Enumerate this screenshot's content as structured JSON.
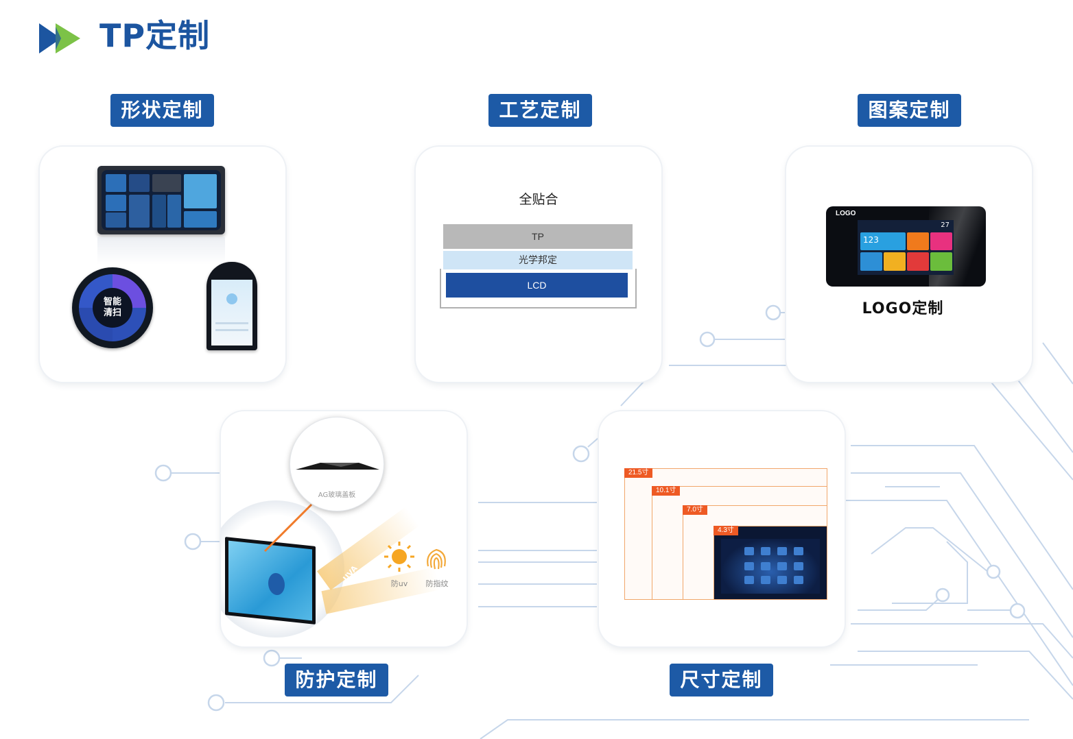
{
  "header": {
    "title": "TP定制"
  },
  "sections": {
    "shape": {
      "label": "形状定制",
      "knob_text": "智能\n清扫"
    },
    "process": {
      "label": "工艺定制",
      "caption": "全贴合",
      "layers": [
        "TP",
        "光学邦定",
        "LCD"
      ]
    },
    "pattern": {
      "label": "图案定制",
      "caption": "LOGO定制",
      "screen_logo": "LOGO",
      "screen_temp": "27",
      "screen_num": "123"
    },
    "protection": {
      "label": "防护定制",
      "lens_caption": "AG玻璃盖板",
      "features": [
        "防uv",
        "防指纹"
      ],
      "beam_text": "UVA"
    },
    "size": {
      "label": "尺寸定制",
      "sizes": [
        "21.5寸",
        "10.1寸",
        "7.0寸",
        "4.3寸"
      ]
    }
  },
  "colors": {
    "brand_blue": "#1d5aa6",
    "title_blue": "#1c55a0",
    "circuit_line": "#c6d6ea",
    "size_tag": "#ee5a24",
    "lcd_blue": "#1e4fa0"
  }
}
